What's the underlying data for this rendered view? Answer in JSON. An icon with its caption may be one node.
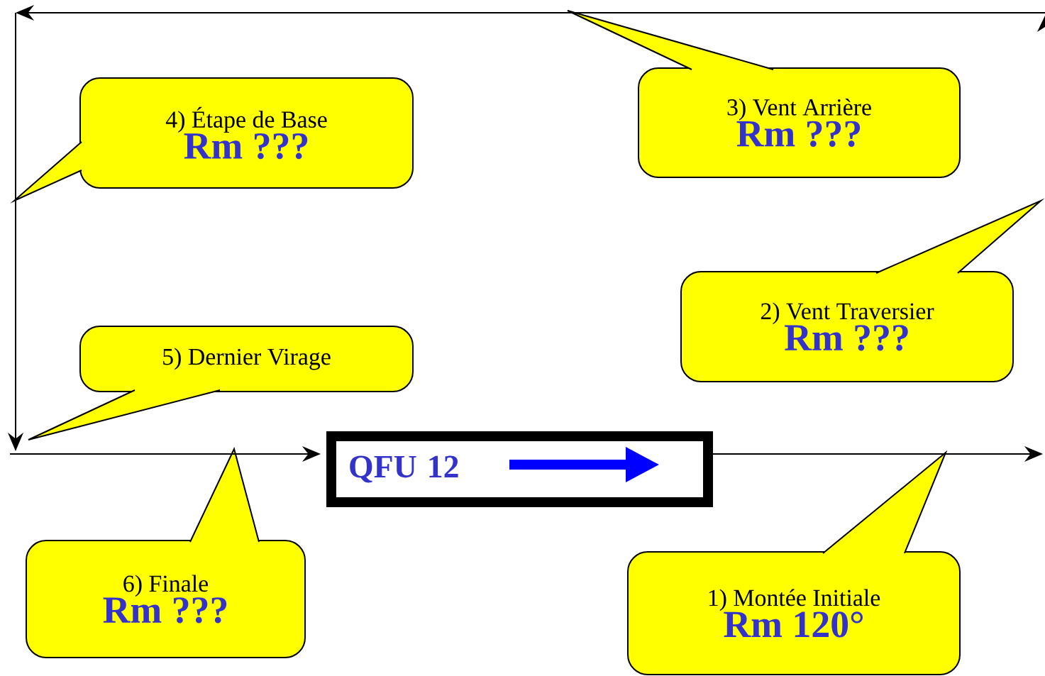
{
  "diagram": {
    "nodes": [
      {
        "text": [
          "1) Montée Initiale",
          "Rm 120°"
        ]
      },
      {
        "text": [
          "2) Vent Traversier",
          "Rm ???"
        ]
      },
      {
        "text": [
          "3) Vent Arrière",
          "Rm ???"
        ]
      },
      {
        "text": [
          "4) Étape de Base",
          "Rm ???"
        ]
      },
      {
        "text": [
          "5) Dernier Virage"
        ]
      },
      {
        "text": [
          "6) Finale",
          "Rm ???"
        ]
      },
      {
        "text": [
          "QFU 12"
        ]
      }
    ],
    "edges": [
      {
        "from": null,
        "to": 6,
        "arrow": "to"
      },
      {
        "from": 6,
        "to": null,
        "arrow": "to"
      }
    ]
  }
}
